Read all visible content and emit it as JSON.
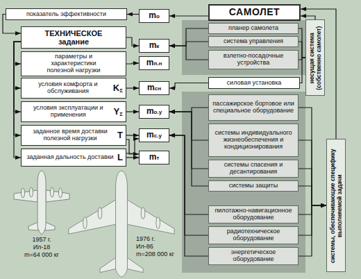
{
  "diagram": {
    "nodes": [
      {
        "text": [
          "показатель эффективности"
        ]
      },
      {
        "text": [
          "ТЕХНИЧЕСКОЕ задание"
        ]
      },
      {
        "text": [
          "параметры и характеристики полезной нагрузки"
        ]
      },
      {
        "text": [
          "условия комфорта и обслуживания",
          "K",
          "Σ"
        ]
      },
      {
        "text": [
          "условия эксплуатации и применения",
          "Y",
          "Σ"
        ]
      },
      {
        "text": [
          "заданное время доставки полезной нагрузки",
          "T"
        ]
      },
      {
        "text": [
          "заданная дальность доставки",
          "L"
        ]
      },
      {
        "text": [
          "m",
          "о"
        ]
      },
      {
        "text": [
          "m",
          "к"
        ]
      },
      {
        "text": [
          "m",
          "п.н"
        ]
      },
      {
        "text": [
          "m",
          "сн"
        ]
      },
      {
        "text": [
          "m",
          "о.у"
        ]
      },
      {
        "text": [
          "m",
          "с.у"
        ]
      },
      {
        "text": [
          "m",
          "т"
        ]
      },
      {
        "text": [
          "САМОЛЕТ"
        ]
      },
      {
        "text": [
          "планер самолета"
        ]
      },
      {
        "text": [
          "система управления"
        ]
      },
      {
        "text": [
          "взлетно-посадочные устройства"
        ]
      },
      {
        "text": [
          "силовая установка"
        ]
      },
      {
        "text": [
          "пассажирское бортовое или специальное оборудование"
        ]
      },
      {
        "text": [
          "системы индивидуального жизнеобеспечения и кондиционирования"
        ]
      },
      {
        "text": [
          "системы спасения и десантирования"
        ]
      },
      {
        "text": [
          "системы защиты"
        ]
      },
      {
        "text": [
          "пилотажно-навигационное оборудование"
        ]
      },
      {
        "text": [
          "радиотехническое оборудование"
        ]
      },
      {
        "text": [
          "энергетическое оборудование"
        ]
      },
      {
        "text": [
          "несущая система (собственно самолет)"
        ]
      },
      {
        "text": [
          "системы, обеспечивающие специфику выполняемой задачи"
        ]
      }
    ],
    "edges": [
      {
        "from": 0,
        "to": 1,
        "arrow": "to"
      },
      {
        "from": 1,
        "to": 2,
        "arrow": "to"
      },
      {
        "from": 1,
        "to": 3,
        "arrow": "to"
      },
      {
        "from": 1,
        "to": 4,
        "arrow": "to"
      },
      {
        "from": 1,
        "to": 5,
        "arrow": "to"
      },
      {
        "from": 1,
        "to": 6,
        "arrow": "to"
      },
      {
        "from": 7,
        "to": 0,
        "arrow": "to"
      },
      {
        "from": 14,
        "to": 7,
        "arrow": "to"
      },
      {
        "from": 1,
        "to": 8,
        "arrow": "to"
      },
      {
        "from": 2,
        "to": 9,
        "arrow": "to"
      },
      {
        "from": 3,
        "to": 10,
        "arrow": "to"
      },
      {
        "from": 4,
        "to": 11,
        "arrow": "to"
      },
      {
        "from": 5,
        "to": 12,
        "arrow": "to"
      },
      {
        "from": 6,
        "to": 13,
        "arrow": "to"
      },
      {
        "from": 5,
        "to": 13,
        "arrow": "to"
      },
      {
        "from": 6,
        "to": 12,
        "arrow": "to"
      },
      {
        "from": 15,
        "to": 8,
        "arrow": "to"
      },
      {
        "from": 16,
        "to": 8,
        "arrow": "to"
      },
      {
        "from": 17,
        "to": 8,
        "arrow": "to"
      },
      {
        "from": 18,
        "to": 10,
        "arrow": "to"
      },
      {
        "from": 19,
        "to": 11,
        "arrow": "to"
      },
      {
        "from": 20,
        "to": 11,
        "arrow": "to"
      },
      {
        "from": 21,
        "to": 11,
        "arrow": "to"
      },
      {
        "from": 22,
        "to": 11,
        "arrow": "to"
      },
      {
        "from": 23,
        "to": 12,
        "arrow": "to"
      },
      {
        "from": 24,
        "to": 12,
        "arrow": "to"
      },
      {
        "from": 25,
        "to": 12,
        "arrow": "to"
      },
      {
        "from": 15,
        "to": 26,
        "arrow": "none"
      },
      {
        "from": 16,
        "to": 26,
        "arrow": "none"
      },
      {
        "from": 17,
        "to": 26,
        "arrow": "none"
      },
      {
        "from": 18,
        "to": 26,
        "arrow": "none"
      },
      {
        "from": 19,
        "to": 27,
        "arrow": "to"
      },
      {
        "from": 20,
        "to": 27,
        "arrow": "to"
      },
      {
        "from": 21,
        "to": 27,
        "arrow": "to"
      },
      {
        "from": 22,
        "to": 27,
        "arrow": "to"
      },
      {
        "from": 23,
        "to": 27,
        "arrow": "to"
      },
      {
        "from": 24,
        "to": 27,
        "arrow": "to"
      },
      {
        "from": 25,
        "to": 27,
        "arrow": "to"
      },
      {
        "from": 26,
        "to": 14,
        "arrow": "to"
      },
      {
        "from": 27,
        "to": 14,
        "arrow": "to"
      }
    ],
    "labels": [
      "1957 г.",
      "Ил-18",
      "m=64 000 кг",
      "1976 г.",
      "Ил-86",
      "m=208 000 кг"
    ]
  }
}
